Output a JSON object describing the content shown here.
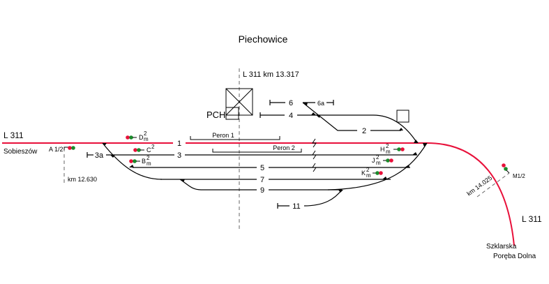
{
  "title": "Piechowice",
  "line_left": "L 311",
  "line_right": "L 311",
  "origin": "Sobieszów",
  "destination": [
    "Szklarska",
    "Poręba Dolna"
  ],
  "station_axis": "L 311 km  13.317",
  "building": "PCH",
  "km_left": "km 12.630",
  "km_right": "km 14.025",
  "signals": {
    "A": "A 1/2",
    "M": "M1/2",
    "D": "D",
    "C": "C",
    "B": "B",
    "H": "H",
    "J": "J",
    "K": "K",
    "sup": "2",
    "sub": "m"
  },
  "tracks": {
    "t1": "1",
    "t2": "2",
    "t3": "3",
    "t3a": "3a",
    "t4": "4",
    "t5": "5",
    "t6": "6",
    "t6a": "6a",
    "t7": "7",
    "t9": "9",
    "t11": "11"
  },
  "platforms": {
    "p1": "Peron 1",
    "p2": "Peron 2"
  },
  "colors": {
    "main_line": "#e8103a",
    "signal_red": "#e8103a",
    "signal_green": "#1a8a2a"
  }
}
